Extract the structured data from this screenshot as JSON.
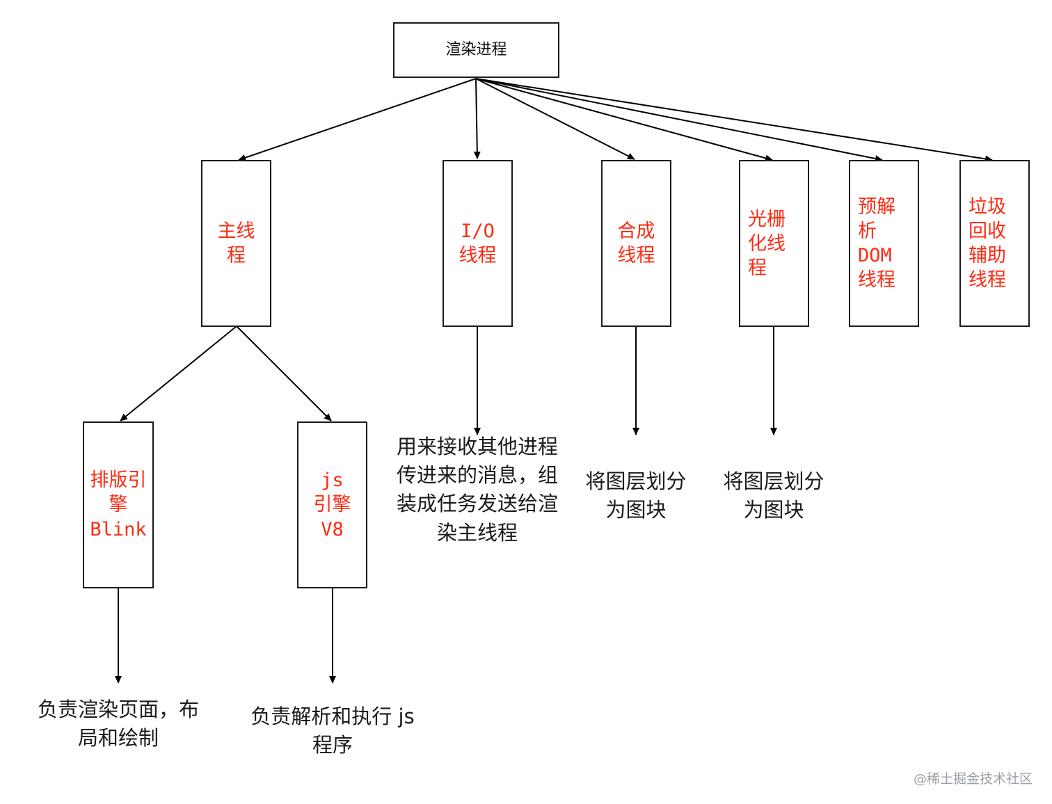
{
  "diagram": {
    "root": {
      "label": "渲染进程"
    },
    "threads": [
      {
        "id": "main",
        "label": "主线\n程"
      },
      {
        "id": "io",
        "label": "I/O\n线程"
      },
      {
        "id": "compositor",
        "label": "合成\n线程"
      },
      {
        "id": "raster",
        "label": "光栅\n化线\n程"
      },
      {
        "id": "preparse",
        "label": "预解\n析\nDOM\n线程"
      },
      {
        "id": "gc",
        "label": "垃圾\n回收\n辅助\n线程"
      }
    ],
    "engines": [
      {
        "id": "blink",
        "label": "排版引\n擎\nBlink"
      },
      {
        "id": "v8",
        "label": "js\n引擎\nV8"
      }
    ],
    "descriptions": {
      "blink": "负责渲染页面，布\n局和绘制",
      "v8": "负责解析和执行 js\n程序",
      "io": "用来接收其他进程\n传进来的消息，组\n装成任务发送给渲\n染主线程",
      "compositor": "将图层划分\n为图块",
      "raster": "将图层划分\n为图块"
    },
    "colors": {
      "thread_label": "#ff2a12",
      "line": "#000000"
    }
  },
  "watermark": "@稀土掘金技术社区"
}
